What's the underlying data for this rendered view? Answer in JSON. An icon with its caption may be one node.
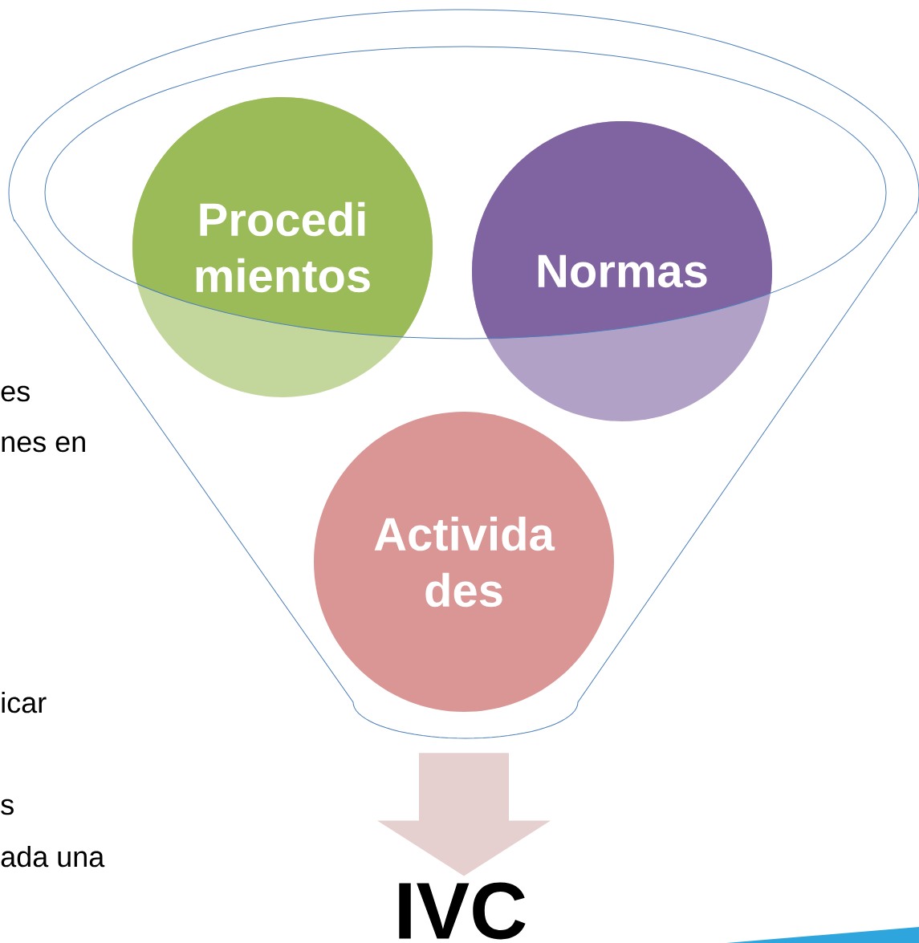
{
  "diagram": {
    "nodes": [
      {
        "text": [],
        "shape": "funnel"
      },
      {
        "text": [
          "Procedi mientos"
        ],
        "in": 0
      },
      {
        "text": [
          "Normas"
        ],
        "in": 0
      },
      {
        "text": [
          "Activida des"
        ],
        "in": 0
      },
      {
        "text": [
          "IVC"
        ]
      }
    ],
    "edges": [
      {
        "from": 0,
        "to": 4,
        "arrow": "to"
      }
    ],
    "labels": [
      "es",
      "nes en",
      "icar",
      "s",
      "ada una"
    ]
  }
}
